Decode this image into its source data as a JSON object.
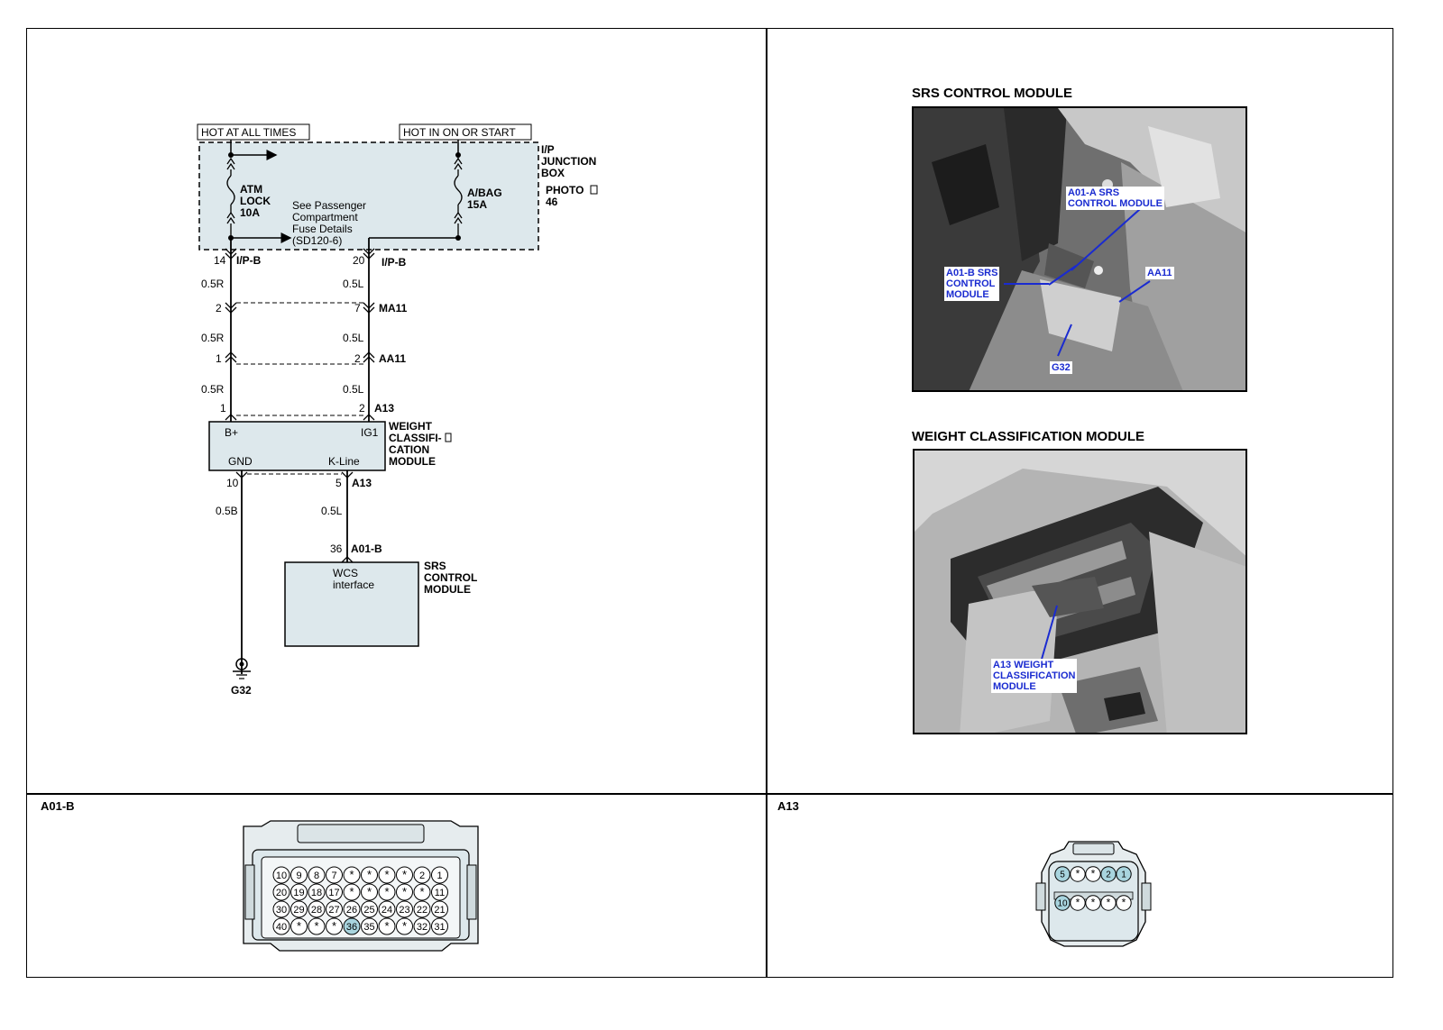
{
  "schematic": {
    "supply_labels": [
      "HOT AT ALL TIMES",
      "HOT IN ON OR START"
    ],
    "junction_box": [
      "I/P",
      "JUNCTION",
      "BOX"
    ],
    "photo_ref": [
      "PHOTO",
      "46"
    ],
    "fuses": [
      {
        "name": [
          "ATM",
          "LOCK",
          "10A"
        ]
      },
      {
        "name": [
          "A/BAG",
          "15A"
        ]
      }
    ],
    "fuse_note": [
      "See Passenger",
      "Compartment",
      "Fuse Details",
      "(SD120-6)"
    ],
    "connectors": [
      {
        "left_pin": "14",
        "right_pin": "20",
        "name": "I/P-B"
      },
      {
        "left_pin": "2",
        "right_pin": "7",
        "name": "MA11"
      },
      {
        "left_pin": "1",
        "right_pin": "2",
        "name": "AA11"
      },
      {
        "left_pin": "1",
        "right_pin": "2",
        "name": "A13"
      }
    ],
    "wires": [
      {
        "left": "0.5R",
        "right": "0.5L"
      },
      {
        "left": "0.5R",
        "right": "0.5L"
      },
      {
        "left": "0.5R",
        "right": "0.5L"
      }
    ],
    "wcm": {
      "pins": [
        "B+",
        "IG1",
        "GND",
        "K-Line"
      ],
      "name": [
        "WEIGHT",
        "CLASSIFI-",
        "CATION",
        "MODULE"
      ]
    },
    "lower_connector": {
      "left_pin": "10",
      "right_pin": "5",
      "name": "A13"
    },
    "lower_wires": {
      "left": "0.5B",
      "right": "0.5L"
    },
    "srs_connector": {
      "pin": "36",
      "name": "A01-B"
    },
    "srs": {
      "interface": [
        "WCS",
        "interface"
      ],
      "name": [
        "SRS",
        "CONTROL",
        "MODULE"
      ]
    },
    "ground": "G32"
  },
  "photos": {
    "srs_title": "SRS CONTROL MODULE",
    "srs_callouts": {
      "a01a": [
        "A01-A SRS",
        "CONTROL MODULE"
      ],
      "a01b": [
        "A01-B SRS",
        "CONTROL",
        "MODULE"
      ],
      "aa11": "AA11",
      "g32": "G32"
    },
    "wcm_title": "WEIGHT CLASSIFICATION MODULE",
    "wcm_callout": [
      "A13 WEIGHT",
      "CLASSIFICATION",
      "MODULE"
    ]
  },
  "connector_views": {
    "a01b": {
      "label": "A01-B",
      "rows": [
        [
          "10",
          "9",
          "8",
          "7",
          "*",
          "*",
          "*",
          "*",
          "2",
          "1"
        ],
        [
          "20",
          "19",
          "18",
          "17",
          "*",
          "*",
          "*",
          "*",
          "*",
          "11"
        ],
        [
          "30",
          "29",
          "28",
          "27",
          "26",
          "25",
          "24",
          "23",
          "22",
          "21"
        ],
        [
          "40",
          "*",
          "*",
          "*",
          "36",
          "35",
          "*",
          "*",
          "32",
          "31"
        ]
      ],
      "highlight": [
        "36"
      ]
    },
    "a13": {
      "label": "A13",
      "rows": [
        [
          "5",
          "*",
          "*",
          "2",
          "1"
        ],
        [
          "10",
          "*",
          "*",
          "*",
          "*"
        ]
      ],
      "highlight": [
        "5",
        "2",
        "1",
        "10"
      ]
    }
  },
  "colors": {
    "box_fill": "#dde8ec",
    "highlight_pin": "#a8d4de",
    "callout_text": "#1a2bd0"
  }
}
